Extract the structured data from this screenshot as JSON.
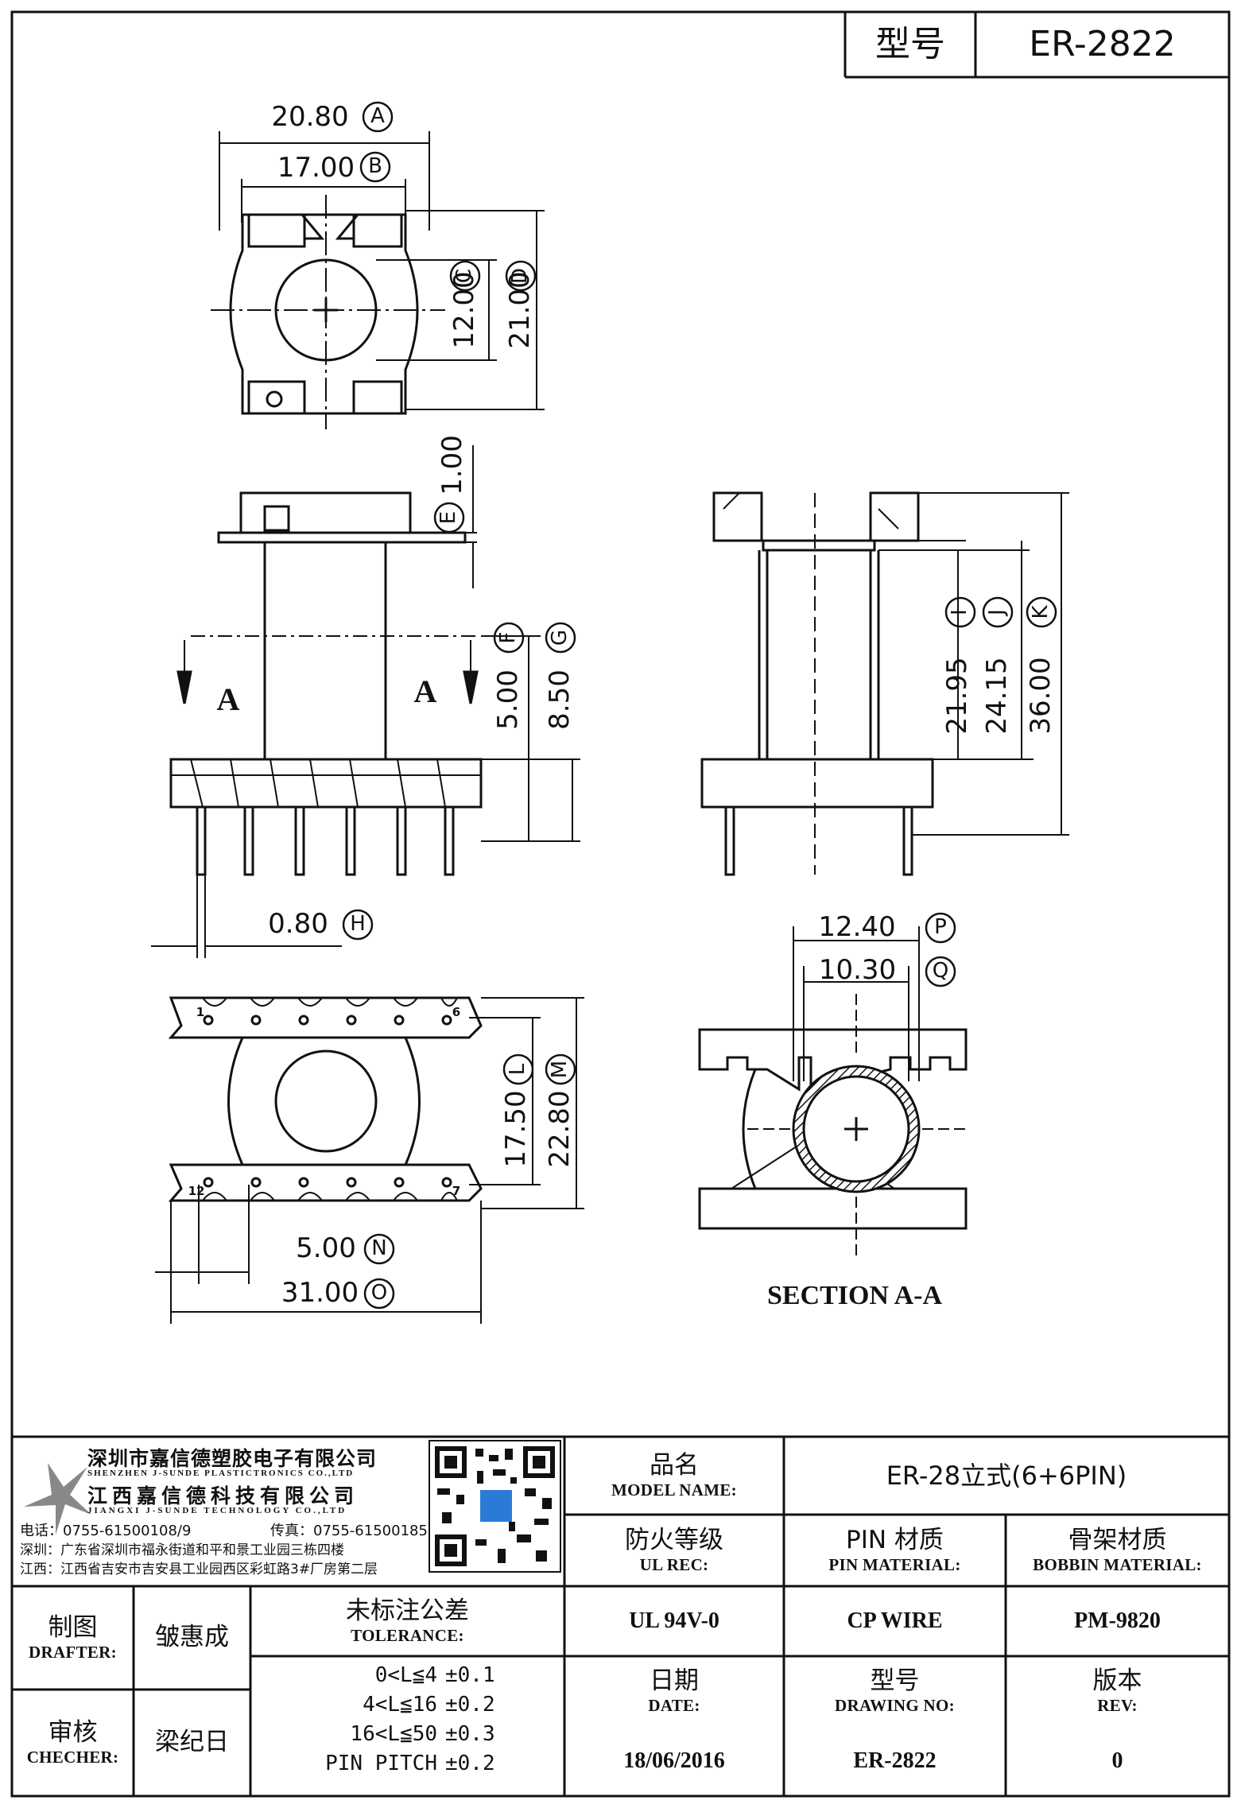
{
  "header": {
    "model_label": "型号",
    "model_value": "ER-2822"
  },
  "drawing": {
    "dims": {
      "A": "20.80",
      "B": "17.00",
      "C": "12.00",
      "D": "21.00",
      "E": "1.00",
      "F": "5.00",
      "G": "8.50",
      "H": "0.80",
      "I": "21.95",
      "J": "24.15",
      "K": "36.00",
      "L": "17.50",
      "M": "22.80",
      "N": "5.00",
      "O": "31.00",
      "P": "12.40",
      "Q": "10.30"
    },
    "section_mark": "A",
    "section_title": "SECTION A-A",
    "pin_labels": {
      "top_left": "1",
      "top_right": "6",
      "bottom_left": "12",
      "bottom_right": "7"
    }
  },
  "company": {
    "name_cn_1": "深圳市嘉信德塑胶电子有限公司",
    "name_en_1": "SHENZHEN J-SUNDE PLASTICTRONICS CO.,LTD",
    "name_cn_2": "江西嘉信德科技有限公司",
    "name_en_2": "JIANGXI J-SUNDE TECHNOLOGY CO.,LTD",
    "tel": "电话：0755-61500108/9",
    "fax": "传真：0755-61500185",
    "addr_sz": "深圳：广东省深圳市福永街道和平和景工业园三栋四楼",
    "addr_jx": "江西：江西省吉安市吉安县工业园西区彩虹路3#厂房第二层"
  },
  "title_block": {
    "model_name_cn": "品名",
    "model_name_en": "MODEL NAME:",
    "model_name_value": "ER-28立式(6+6PIN)",
    "ul_cn": "防火等级",
    "ul_en": "UL REC:",
    "ul_value": "UL 94V-0",
    "pin_cn": "PIN 材质",
    "pin_en": "PIN MATERIAL:",
    "pin_value": "CP WIRE",
    "bobbin_cn": "骨架材质",
    "bobbin_en": "BOBBIN MATERIAL:",
    "bobbin_value": "PM-9820",
    "drafter_cn": "制图",
    "drafter_en": "DRAFTER:",
    "drafter_value": "皱惠成",
    "checker_cn": "审核",
    "checker_en": "CHECHER:",
    "checker_value": "梁纪日",
    "tolerance_cn": "未标注公差",
    "tolerance_en": "TOLERANCE:",
    "tolerances": [
      {
        "range": "0<L≦4",
        "value": "±0.1"
      },
      {
        "range": "4<L≦16",
        "value": "±0.2"
      },
      {
        "range": "16<L≦50",
        "value": "±0.3"
      },
      {
        "range": "PIN PITCH",
        "value": "±0.2"
      }
    ],
    "date_cn": "日期",
    "date_en": "DATE:",
    "date_value": "18/06/2016",
    "drawing_no_cn": "型号",
    "drawing_no_en": "DRAWING NO:",
    "drawing_no_value": "ER-2822",
    "rev_cn": "版本",
    "rev_en": "REV:",
    "rev_value": "0"
  }
}
